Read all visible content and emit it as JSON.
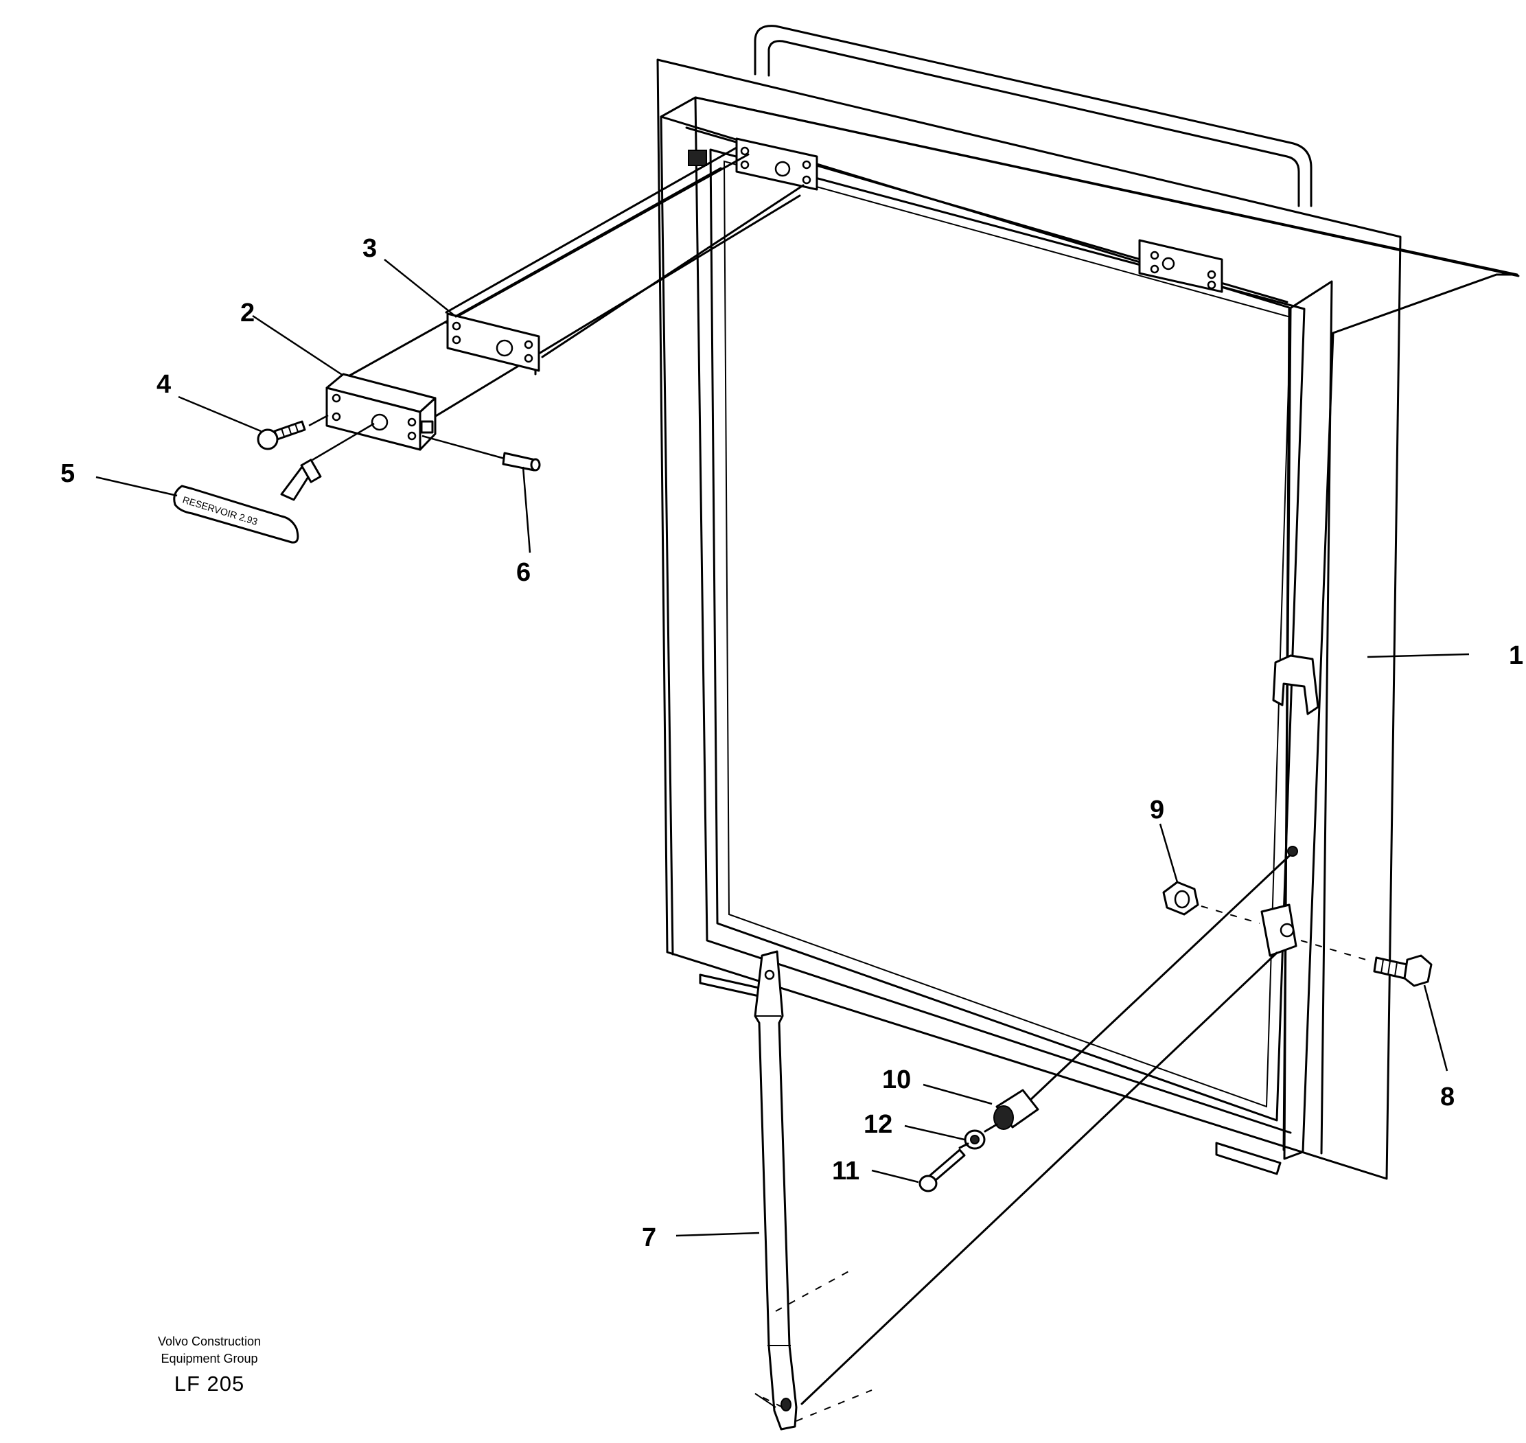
{
  "callouts": [
    {
      "id": "1",
      "label": "1"
    },
    {
      "id": "2",
      "label": "2"
    },
    {
      "id": "3",
      "label": "3"
    },
    {
      "id": "4",
      "label": "4"
    },
    {
      "id": "5",
      "label": "5"
    },
    {
      "id": "6",
      "label": "6"
    },
    {
      "id": "7",
      "label": "7"
    },
    {
      "id": "8",
      "label": "8"
    },
    {
      "id": "9",
      "label": "9"
    },
    {
      "id": "10",
      "label": "10"
    },
    {
      "id": "11",
      "label": "11"
    },
    {
      "id": "12",
      "label": "12"
    }
  ],
  "footer": {
    "org_line1": "Volvo Construction",
    "org_line2": "Equipment Group",
    "code": "LF 205"
  },
  "colors": {
    "ink": "#000000",
    "paper": "#ffffff"
  }
}
